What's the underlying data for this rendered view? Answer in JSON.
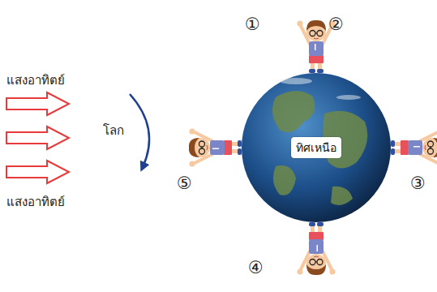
{
  "diagram": {
    "nodes": [
      {
        "text": [
          "ทิศเหนือ"
        ]
      }
    ],
    "labels": [
      "แสงอาทิตย์",
      "โลก",
      "แสงอาทิตย์",
      "①",
      "②",
      "③",
      "④",
      "⑤"
    ]
  }
}
